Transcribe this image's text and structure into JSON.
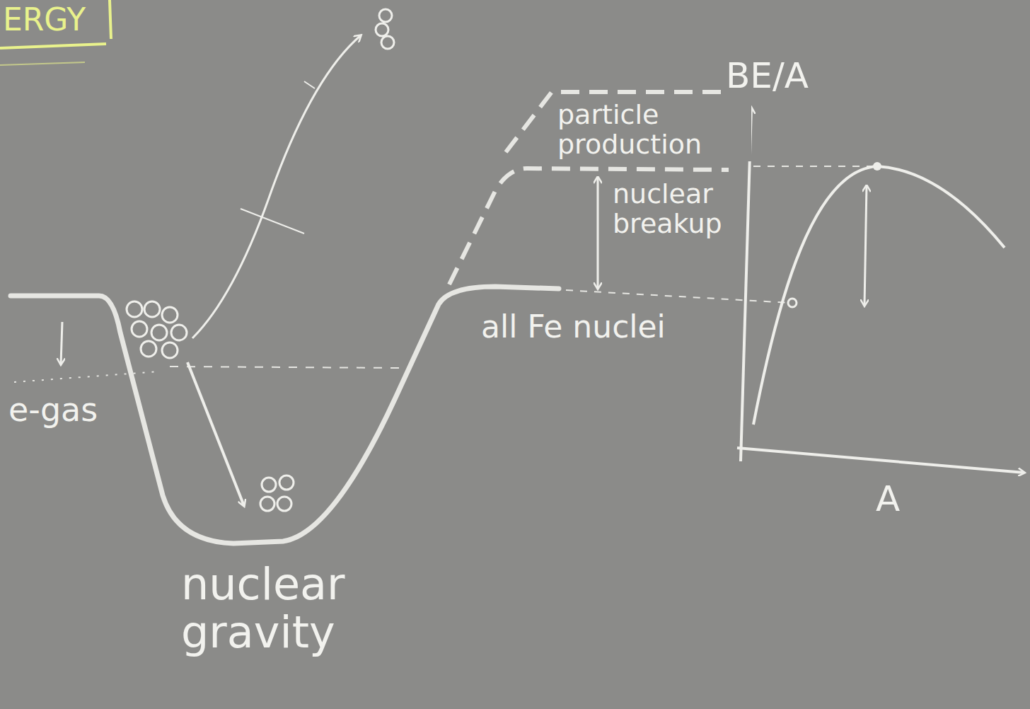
{
  "diagram": {
    "title": "ERGY",
    "labels": [
      "particle production",
      "nuclear breakup",
      "all Fe nuclei",
      "e-gas",
      "nuclear gravity",
      "BE/A",
      "A"
    ]
  }
}
